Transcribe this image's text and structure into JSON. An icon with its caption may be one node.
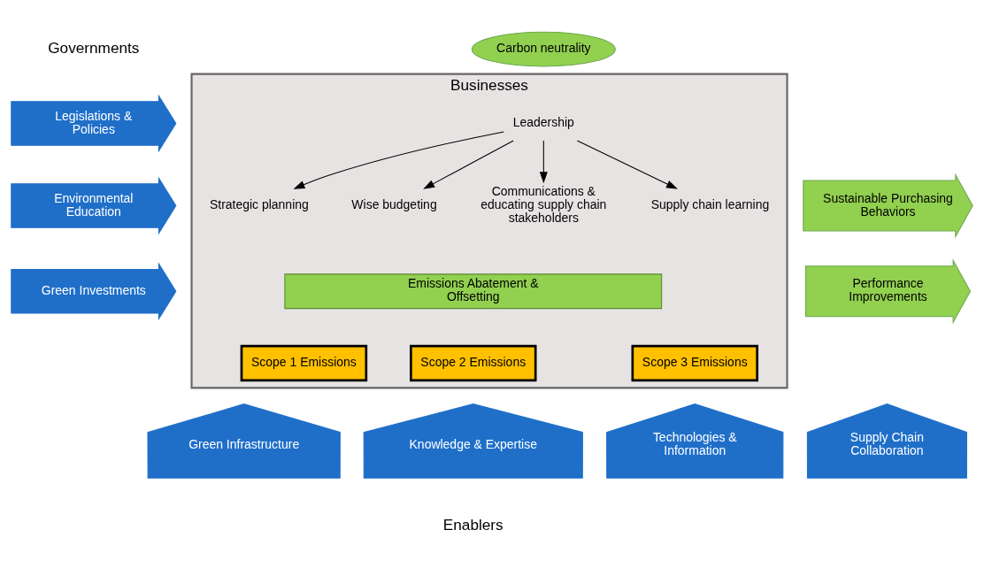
{
  "diagram": {
    "nodes": [
      {
        "text": [
          "Businesses"
        ]
      },
      {
        "text": [
          "Leadership"
        ],
        "in": 0
      },
      {
        "text": [
          "Strategic planning"
        ],
        "in": 0
      },
      {
        "text": [
          "Wise budgeting"
        ],
        "in": 0
      },
      {
        "text": [
          "Communications & educating supply chain stakeholders"
        ],
        "in": 0
      },
      {
        "text": [
          "Supply chain learning"
        ],
        "in": 0
      },
      {
        "text": [
          "Emissions Abatement & Offsetting"
        ],
        "in": 0
      },
      {
        "text": [
          "Scope 1 Emissions"
        ],
        "in": 0
      },
      {
        "text": [
          "Scope 2 Emissions"
        ],
        "in": 0
      },
      {
        "text": [
          "Scope 3 Emissions"
        ],
        "in": 0
      },
      {
        "text": [
          "Legislations & Policies"
        ]
      },
      {
        "text": [
          "Environmental Education"
        ]
      },
      {
        "text": [
          "Green Investments"
        ]
      },
      {
        "text": [
          "Sustainable Purchasing Behaviors"
        ]
      },
      {
        "text": [
          "Performance Improvements"
        ]
      },
      {
        "text": [
          "Green Infrastructure"
        ]
      },
      {
        "text": [
          "Knowledge & Expertise"
        ]
      },
      {
        "text": [
          "Technologies & Information"
        ]
      },
      {
        "text": [
          "Supply Chain Collaboration"
        ]
      },
      {
        "text": [
          "Carbon neutrality"
        ]
      }
    ],
    "edges": [
      {
        "from": 1,
        "to": 2,
        "arrow": "to"
      },
      {
        "from": 1,
        "to": 3,
        "arrow": "to"
      },
      {
        "from": 1,
        "to": 4,
        "arrow": "to"
      },
      {
        "from": 1,
        "to": 5,
        "arrow": "to"
      }
    ],
    "labels": [
      "Governments",
      "Enablers"
    ]
  }
}
